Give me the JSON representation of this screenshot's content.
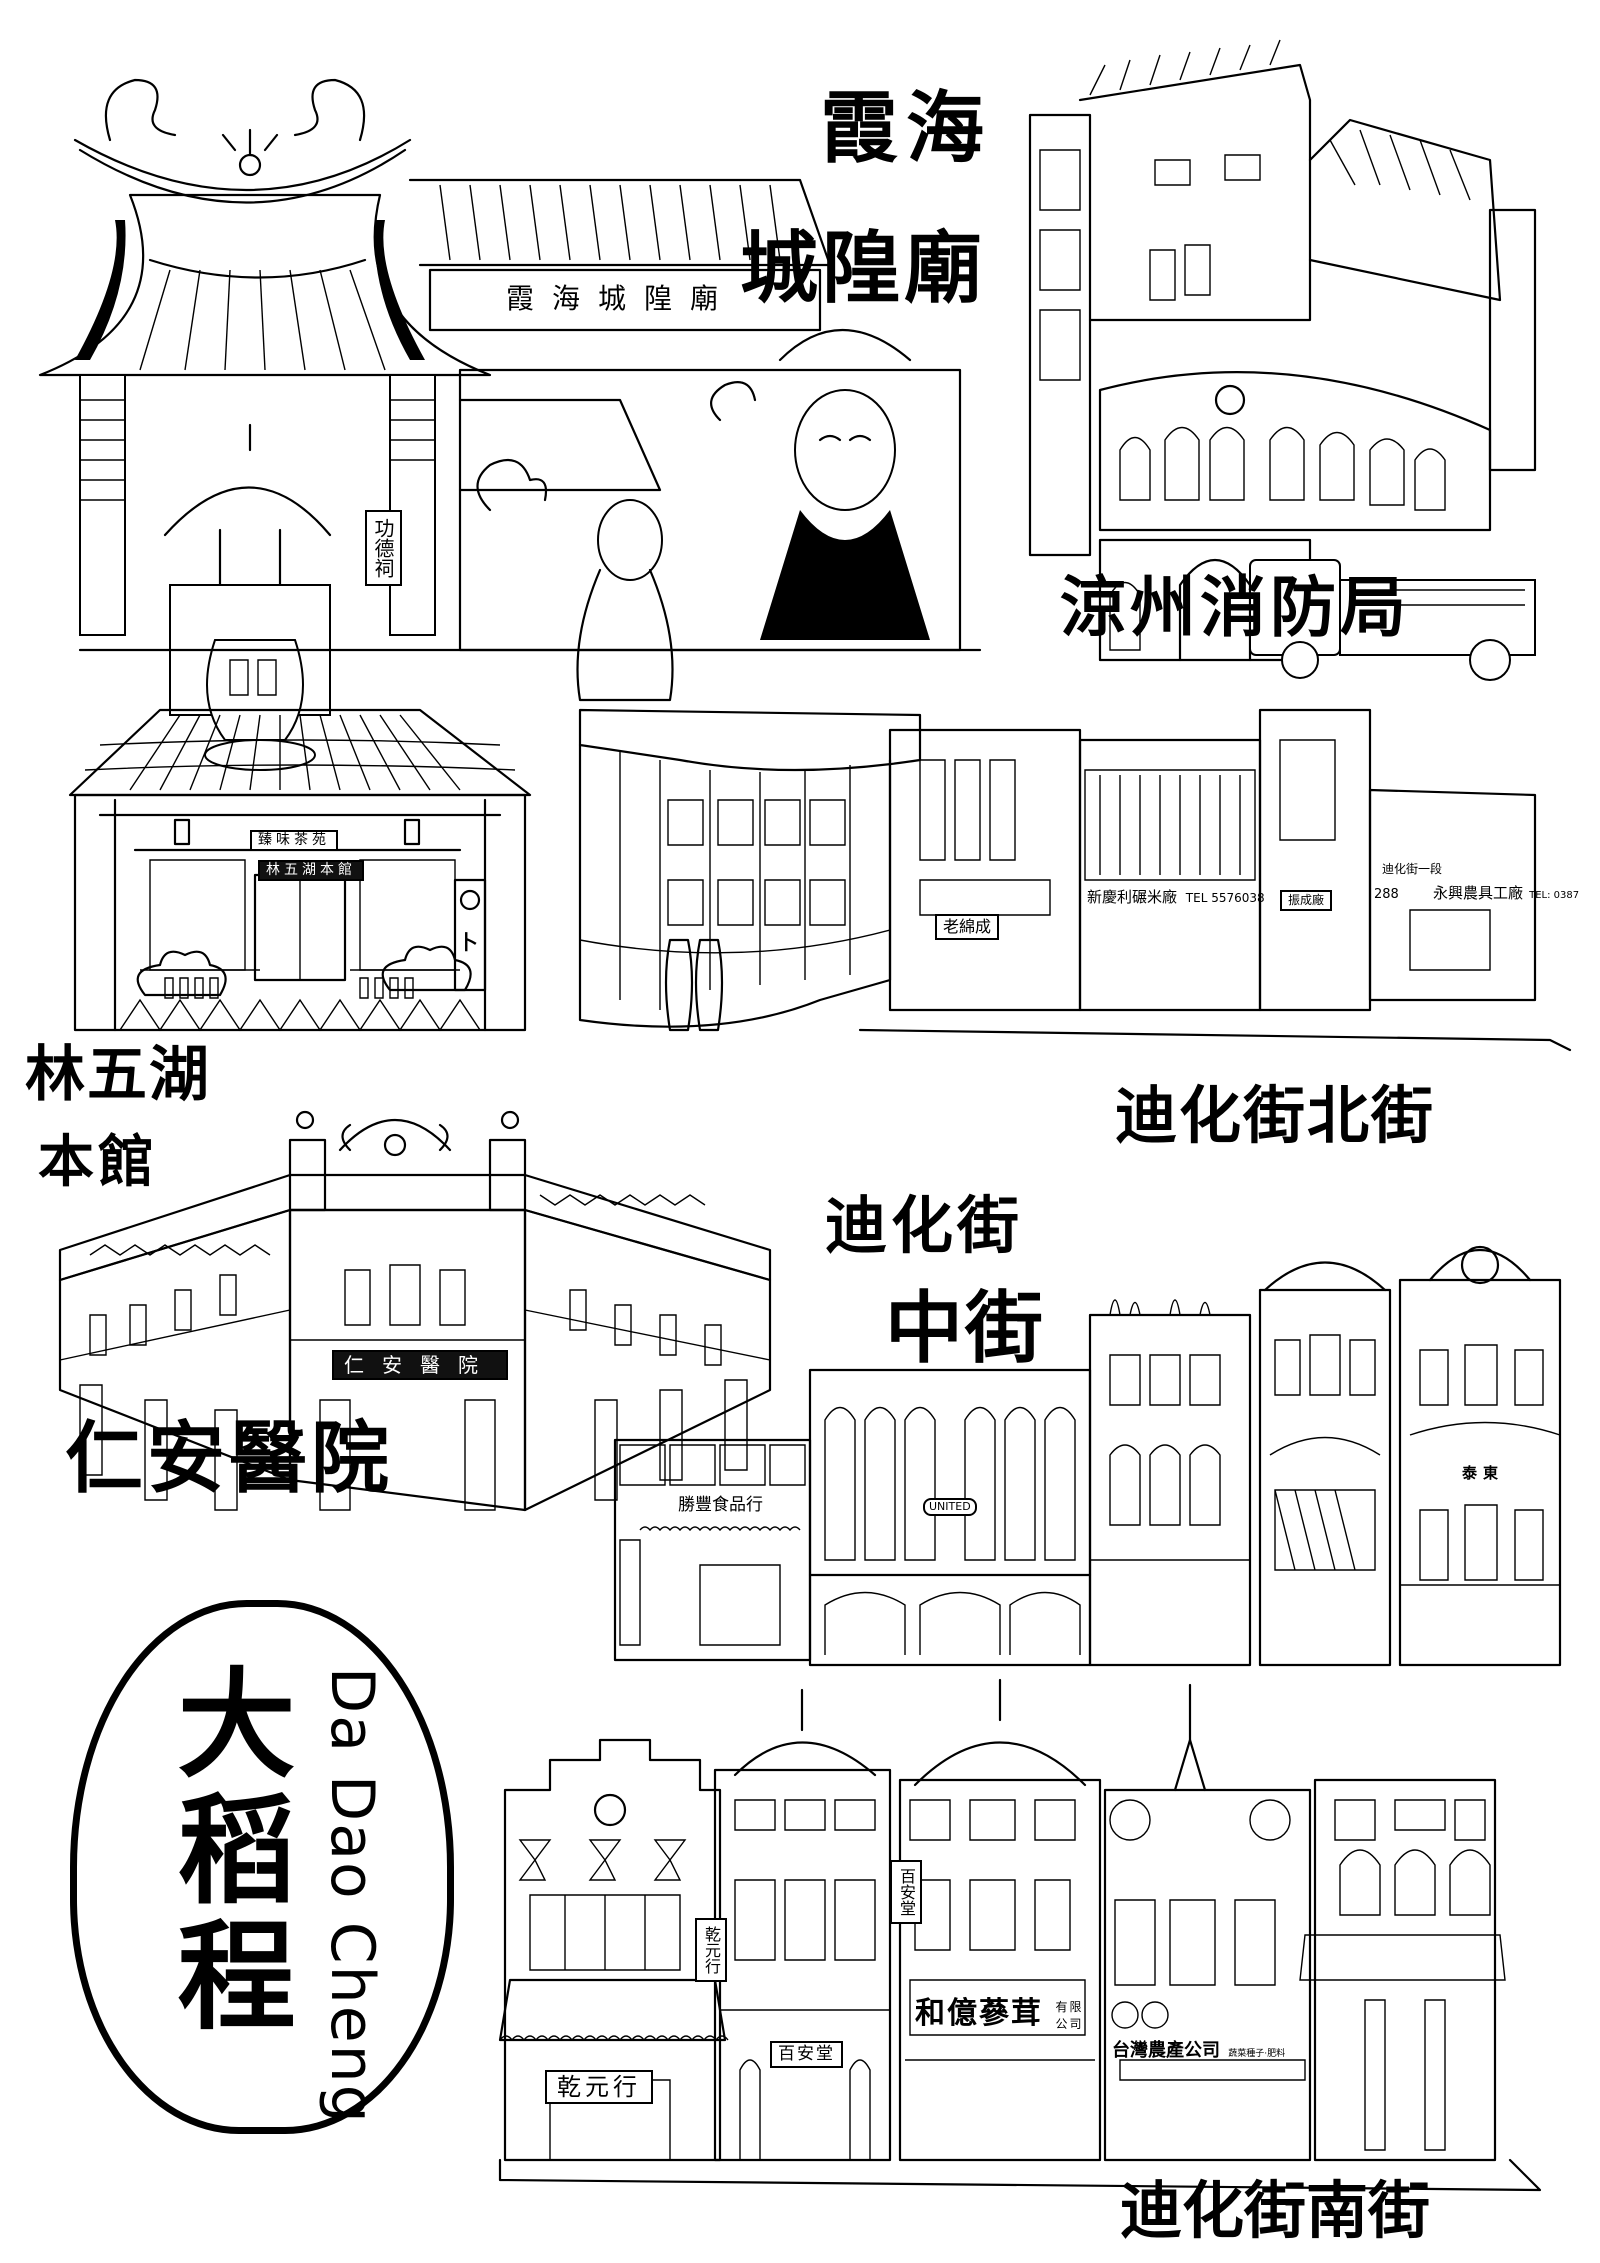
{
  "poster": {
    "title_zh": "大稻程",
    "title_en": "Da Dao Cheng"
  },
  "landmarks": [
    {
      "id": "xiahai-temple",
      "label_line1": "霞海",
      "label_line2": "城隍廟",
      "signs": [
        "霞海城隍廟",
        "功德祠"
      ]
    },
    {
      "id": "liangzhou-fire-station",
      "label": "涼州消防局",
      "signs": []
    },
    {
      "id": "lin-wu-hu",
      "label_line1": "林五湖",
      "label_line2": "本館",
      "signs": [
        "臻味茶苑",
        "林五湖本館",
        "卜"
      ]
    },
    {
      "id": "dihua-north",
      "label": "迪化街北街",
      "signs": [
        "老綿成",
        "新慶利碾米廠",
        "TEL 5576038",
        "振成廠",
        "迪化街一段",
        "288",
        "永興農具工廠",
        "TEL: 0387"
      ]
    },
    {
      "id": "renan-hospital",
      "label": "仁安醫院",
      "signs": [
        "仁安醫院"
      ]
    },
    {
      "id": "dihua-middle",
      "label_line1": "迪化街",
      "label_line2": "中街",
      "signs": [
        "勝豐食品行",
        "UNITED",
        "泰東"
      ]
    },
    {
      "id": "dihua-south",
      "label": "迪化街南街",
      "signs": [
        "乾元行",
        "百安堂",
        "和億蔘茸",
        "有限公司",
        "台灣農產公司",
        "蔬菜種子·肥料"
      ]
    }
  ]
}
